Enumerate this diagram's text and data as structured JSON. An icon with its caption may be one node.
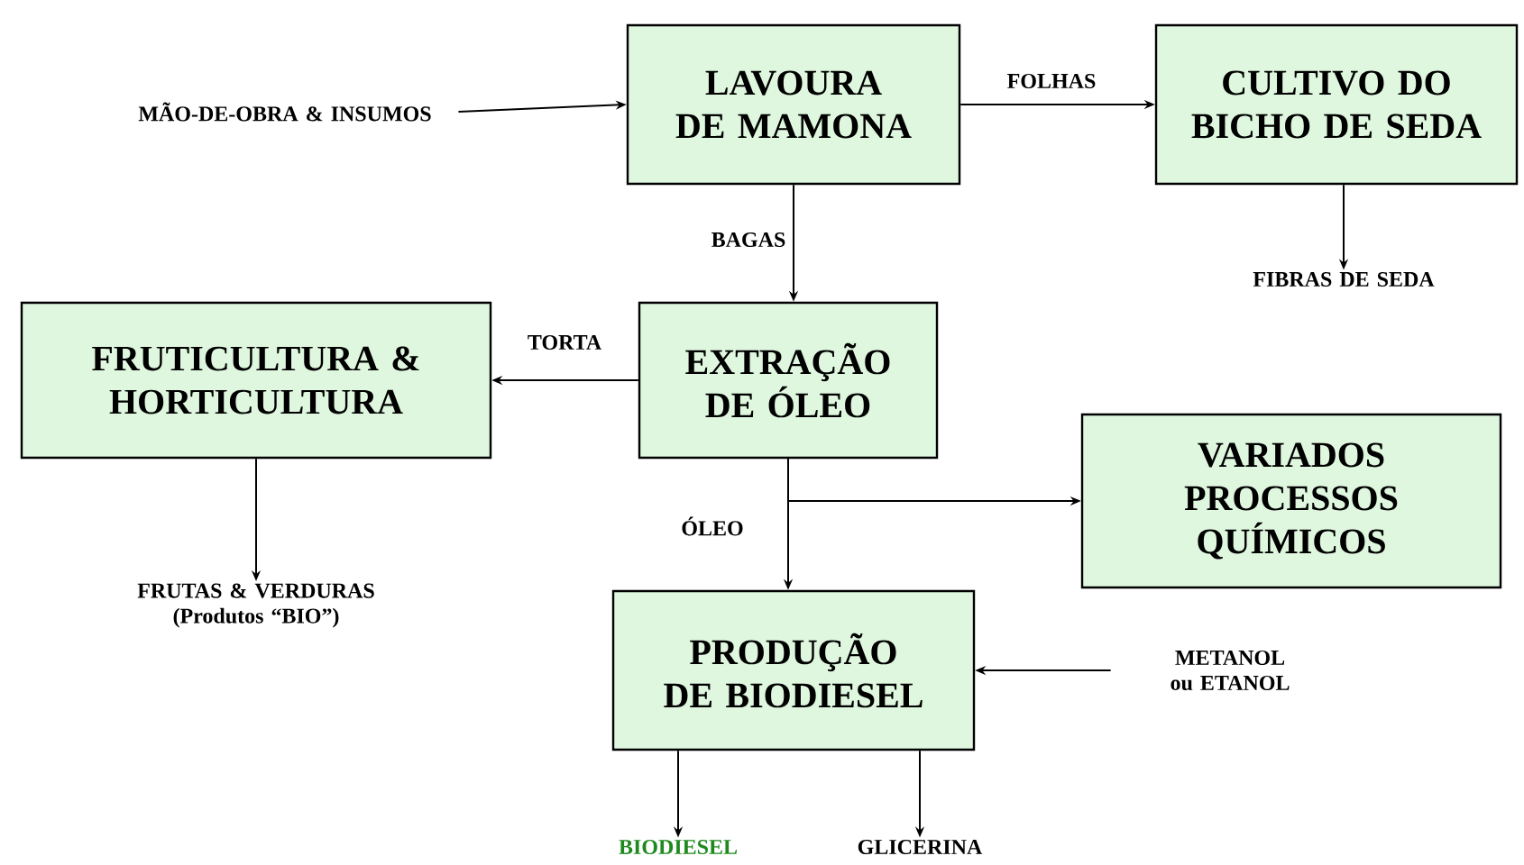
{
  "diagram": {
    "nodes": [
      {
        "text": [
          "MÃO-DE-OBRA & INSUMOS"
        ]
      },
      {
        "text": [
          "LAVOURA DE MAMONA"
        ]
      },
      {
        "text": [
          "CULTIVO DO BICHO DE SEDA"
        ]
      },
      {
        "text": [
          "FIBRAS DE SEDA"
        ]
      },
      {
        "text": [
          "FRUTICULTURA & HORTICULTURA"
        ]
      },
      {
        "text": [
          "EXTRAÇÃO DE ÓLEO"
        ]
      },
      {
        "text": [
          "VARIADOS PROCESSOS QUÍMICOS"
        ]
      },
      {
        "text": [
          "FRUTAS & VERDURAS (Produtos “BIO”)"
        ]
      },
      {
        "text": [
          "PRODUÇÃO DE BIODIESEL"
        ]
      },
      {
        "text": [
          "METANOL ou ETANOL"
        ]
      },
      {
        "text": [
          "BIODIESEL"
        ]
      },
      {
        "text": [
          "GLICERINA"
        ]
      }
    ],
    "edges": [
      {
        "from": 0,
        "to": 1,
        "arrow": "to"
      },
      {
        "from": 1,
        "to": 2,
        "arrow": "to",
        "label": "FOLHAS"
      },
      {
        "from": 2,
        "to": 3,
        "arrow": "to"
      },
      {
        "from": 1,
        "to": 5,
        "arrow": "to",
        "label": "BAGAS"
      },
      {
        "from": 5,
        "to": 4,
        "arrow": "to",
        "label": "TORTA"
      },
      {
        "from": 4,
        "to": 7,
        "arrow": "to"
      },
      {
        "from": 5,
        "to": 8,
        "arrow": "to",
        "label": "ÓLEO"
      },
      {
        "from": 5,
        "to": 6,
        "arrow": "to"
      },
      {
        "from": 9,
        "to": 8,
        "arrow": "to"
      },
      {
        "from": 8,
        "to": 10,
        "arrow": "to"
      },
      {
        "from": 8,
        "to": 11,
        "arrow": "to"
      }
    ]
  }
}
